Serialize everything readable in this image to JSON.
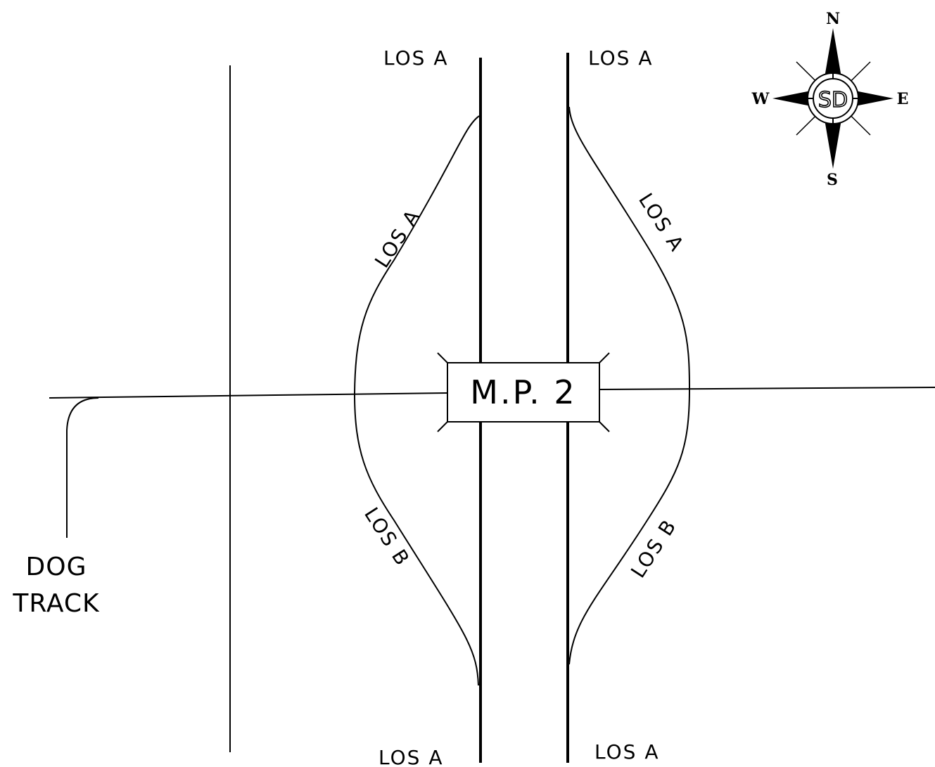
{
  "milepost": {
    "label": "M.P. 2"
  },
  "mainline": {
    "left_north": "LOS A",
    "right_north": "LOS A",
    "left_south": "LOS A",
    "right_south": "LOS A"
  },
  "ramps": {
    "nw": "LOS A",
    "ne": "LOS A",
    "sw": "LOS B",
    "se": "LOS B"
  },
  "landmark": {
    "line1": "DOG",
    "line2": "TRACK"
  },
  "compass": {
    "n": "N",
    "s": "S",
    "e": "E",
    "w": "W",
    "monogram": "SD"
  }
}
